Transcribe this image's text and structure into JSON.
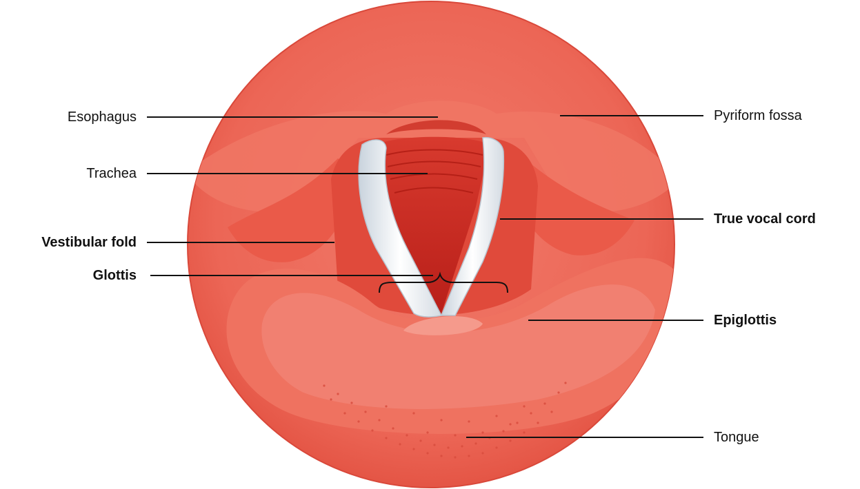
{
  "labels": {
    "esophagus": "Esophagus",
    "trachea": "Trachea",
    "vestibular_fold": "Vestibular fold",
    "glottis": "Glottis",
    "pyriform_fossa": "Pyriform fossa",
    "true_vocal_cord": "True vocal cord",
    "epiglottis": "Epiglottis",
    "tongue": "Tongue"
  },
  "colors": {
    "tissue": "#ee6b5c",
    "tissue_dark": "#e0483a",
    "tissue_light": "#f28a7c",
    "trachea_red": "#c62a22",
    "cord_white": "#eef2f6",
    "leader_line": "#111111"
  }
}
